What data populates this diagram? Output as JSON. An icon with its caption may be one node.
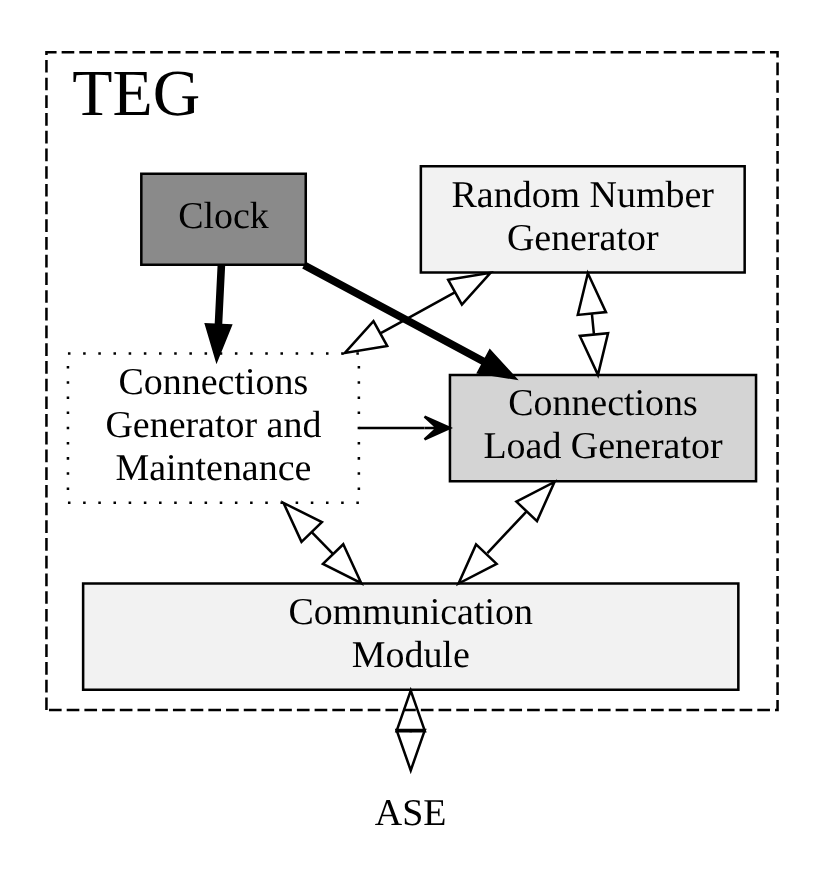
{
  "diagram": {
    "nodes": [
      {
        "text": [
          "TEG"
        ]
      },
      {
        "text": [
          "Random Number Generator"
        ],
        "in": 0
      },
      {
        "text": [
          "Clock"
        ],
        "in": 0
      },
      {
        "text": [
          "Connections Generator and Maintenance"
        ],
        "in": 0
      },
      {
        "text": [
          "Connections Load Generator"
        ],
        "in": 0
      },
      {
        "text": [
          "Communication Module"
        ],
        "in": 0
      },
      {
        "text": [
          "ASE"
        ]
      }
    ],
    "edges": [
      {
        "from": 1,
        "to": 3,
        "arrow": "both"
      },
      {
        "from": 1,
        "to": 4,
        "arrow": "both"
      },
      {
        "from": 2,
        "to": 3,
        "arrow": "to",
        "style": "thick"
      },
      {
        "from": 2,
        "to": 4,
        "arrow": "to",
        "style": "thick"
      },
      {
        "from": 3,
        "to": 4,
        "arrow": "to"
      },
      {
        "from": 3,
        "to": 5,
        "arrow": "both"
      },
      {
        "from": 4,
        "to": 5,
        "arrow": "both"
      },
      {
        "from": 5,
        "to": 6,
        "arrow": "both"
      }
    ]
  }
}
